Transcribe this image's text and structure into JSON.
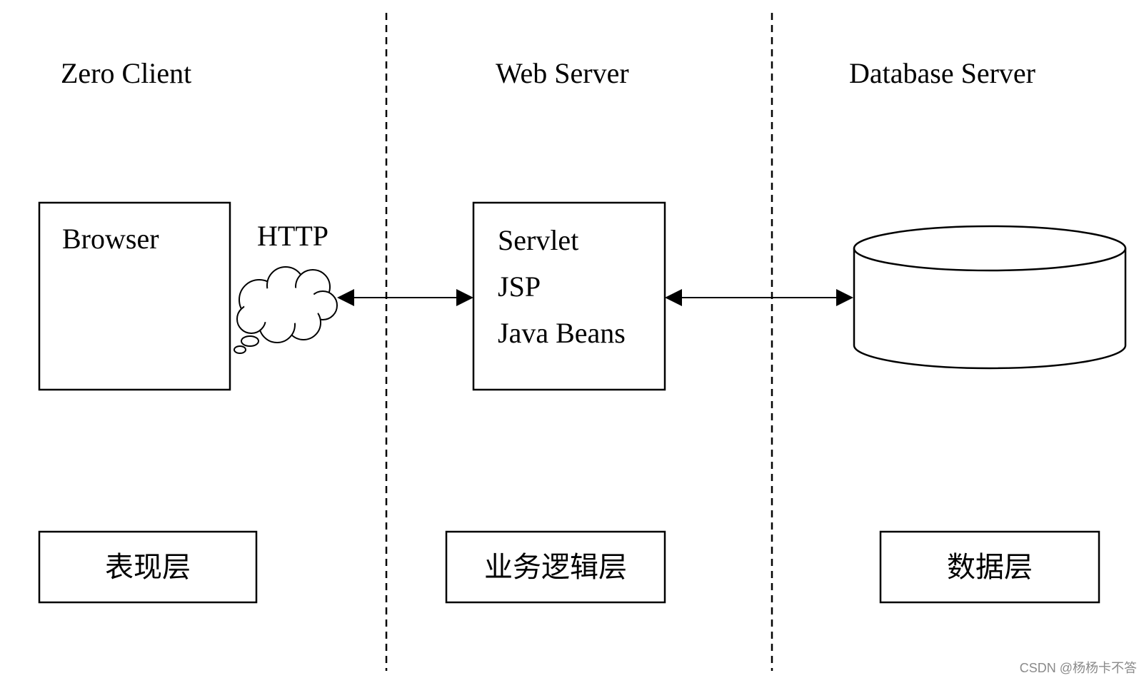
{
  "tiers": {
    "client": {
      "title": "Zero Client"
    },
    "web": {
      "title": "Web Server"
    },
    "database": {
      "title": "Database Server"
    }
  },
  "browser": {
    "label": "Browser"
  },
  "protocol": {
    "label": "HTTP"
  },
  "web_components": [
    "Servlet",
    "JSP",
    "Java Beans"
  ],
  "layers": {
    "presentation": "表现层",
    "business": "业务逻辑层",
    "data": "数据层"
  },
  "watermark": "CSDN @杨杨卡不答",
  "colors": {
    "line": "#000000",
    "background": "#ffffff",
    "watermark": "#8a8a8a"
  }
}
